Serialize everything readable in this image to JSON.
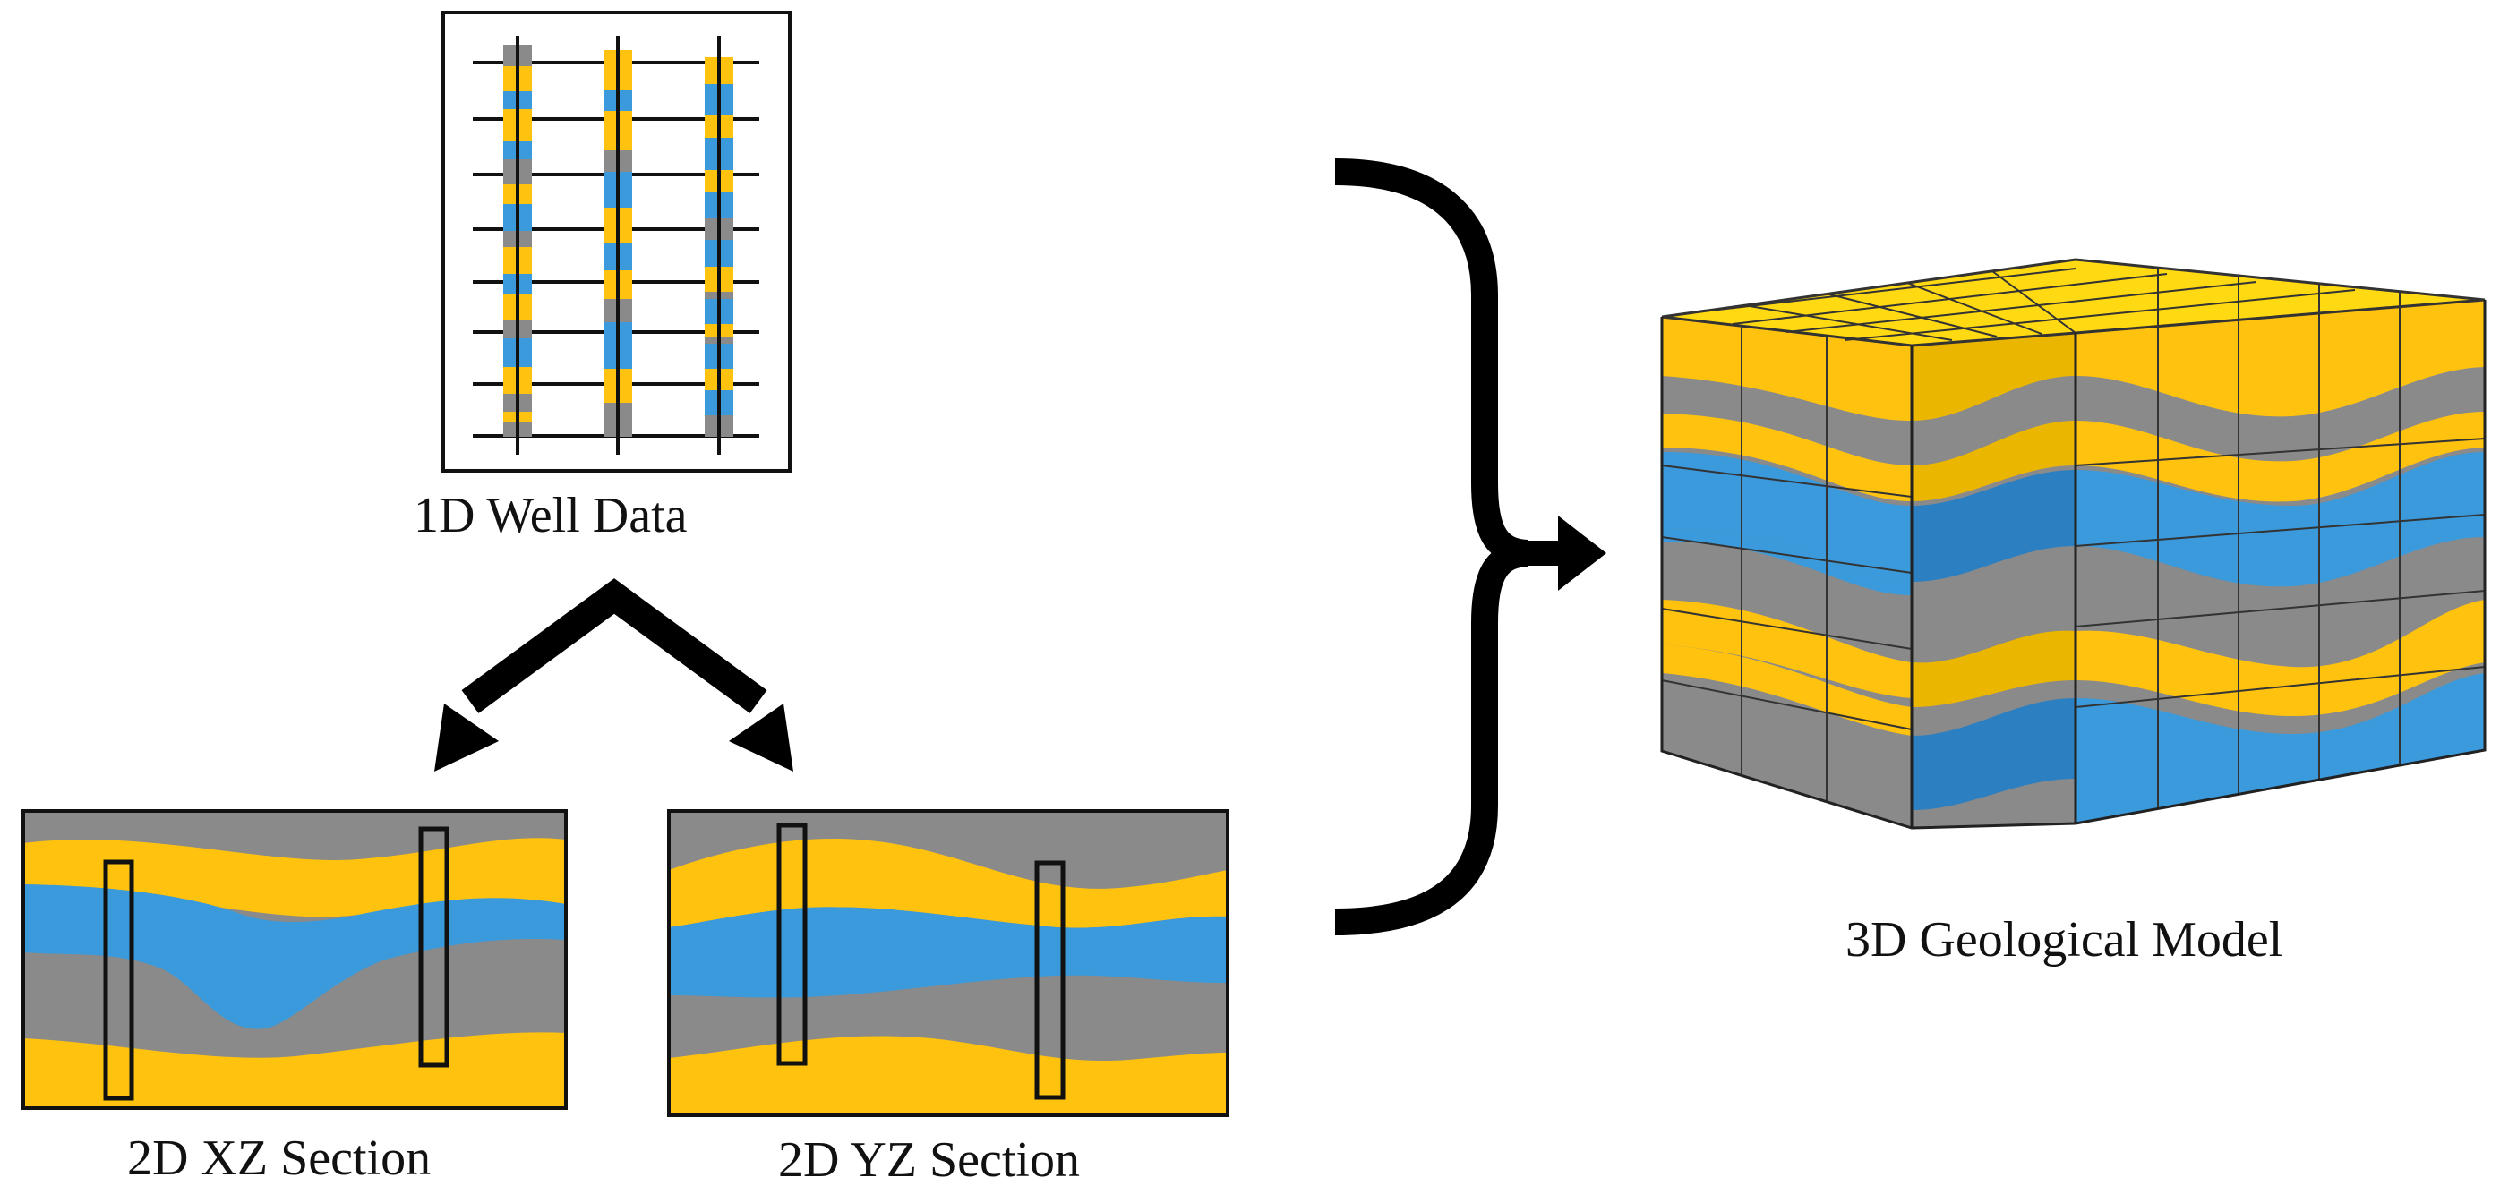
{
  "labels": {
    "well_data": "1D Well Data",
    "xz_section": "2D XZ Section",
    "yz_section": "2D YZ Section",
    "model_3d": "3D Geological Model"
  },
  "colors": {
    "yellow": "#FFC20E",
    "blue": "#3A9ADB",
    "gray": "#8A8A8A",
    "top_yellow": "#FFD912",
    "dark_blue": "#2C7FC0",
    "dark_gray": "#6E6E6E",
    "outline": "#111111"
  },
  "icons": {
    "fork_arrow": "chevron-split-arrow-icon",
    "brace": "right-curly-brace-icon",
    "merge_arrow": "right-arrow-icon"
  }
}
